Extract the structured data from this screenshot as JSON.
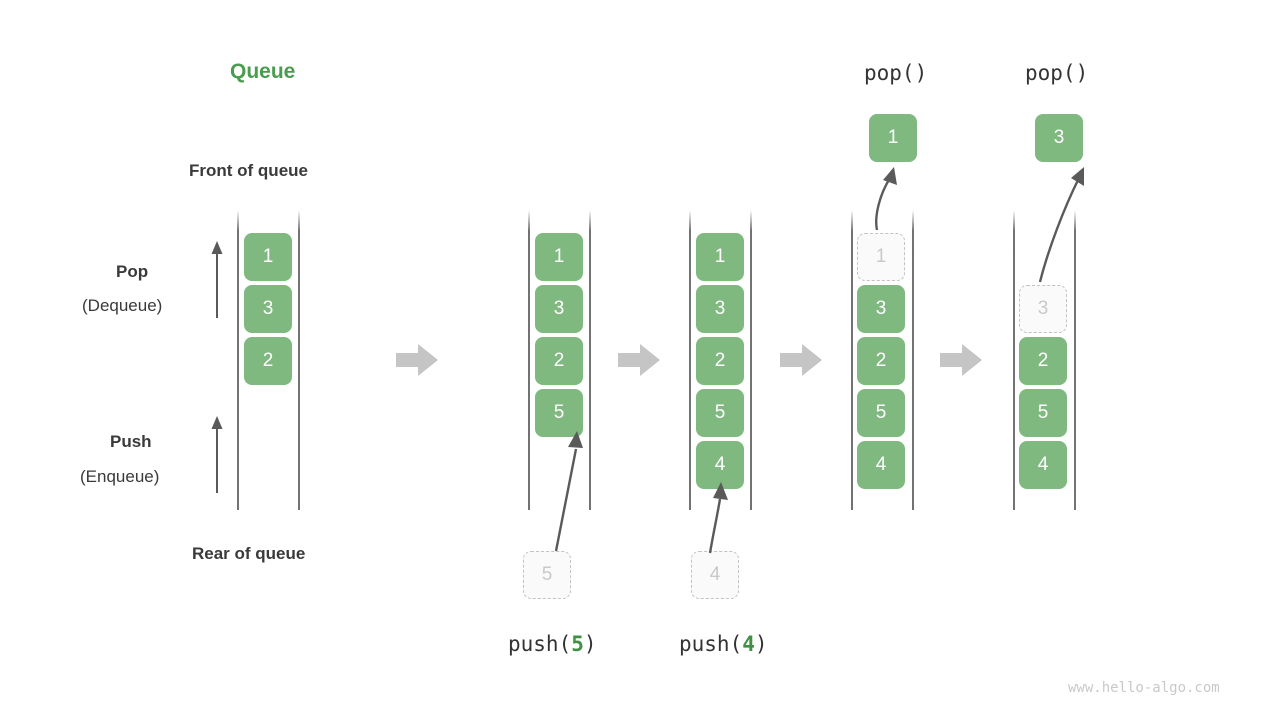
{
  "title": "Queue",
  "labels": {
    "front_of_queue": "Front of queue",
    "rear_of_queue": "Rear of queue",
    "pop_title": "Pop",
    "pop_sub": "(Dequeue)",
    "push_title": "Push",
    "push_sub": "(Enqueue)"
  },
  "colors": {
    "accent_green": "#4a9d4e",
    "cell_green": "#7fb980",
    "ghost_border": "#c2c2c2",
    "ghost_text": "#c9c9c9",
    "rail": "#5a5a5a",
    "block_arrow": "#c5c5c5",
    "text_dark": "#3a3a3a",
    "watermark": "#c9c9c9"
  },
  "operations": {
    "push_label_prefix": "push(",
    "push_label_suffix": ")",
    "pop_label": "pop()"
  },
  "steps": [
    {
      "id": "initial",
      "caption": "",
      "cells": [
        {
          "value": "1",
          "state": "filled"
        },
        {
          "value": "3",
          "state": "filled"
        },
        {
          "value": "2",
          "state": "filled"
        }
      ],
      "incoming": null,
      "outgoing": null
    },
    {
      "id": "push-5",
      "caption": "push(5)",
      "caption_arg": "5",
      "cells": [
        {
          "value": "1",
          "state": "filled"
        },
        {
          "value": "3",
          "state": "filled"
        },
        {
          "value": "2",
          "state": "filled"
        },
        {
          "value": "5",
          "state": "filled"
        }
      ],
      "incoming": {
        "value": "5",
        "state": "ghost"
      },
      "outgoing": null
    },
    {
      "id": "push-4",
      "caption": "push(4)",
      "caption_arg": "4",
      "cells": [
        {
          "value": "1",
          "state": "filled"
        },
        {
          "value": "3",
          "state": "filled"
        },
        {
          "value": "2",
          "state": "filled"
        },
        {
          "value": "5",
          "state": "filled"
        },
        {
          "value": "4",
          "state": "filled"
        }
      ],
      "incoming": {
        "value": "4",
        "state": "ghost"
      },
      "outgoing": null
    },
    {
      "id": "pop-1",
      "caption": "pop()",
      "cells": [
        {
          "value": "1",
          "state": "ghost"
        },
        {
          "value": "3",
          "state": "filled"
        },
        {
          "value": "2",
          "state": "filled"
        },
        {
          "value": "5",
          "state": "filled"
        },
        {
          "value": "4",
          "state": "filled"
        }
      ],
      "incoming": null,
      "outgoing": {
        "value": "1",
        "state": "filled"
      }
    },
    {
      "id": "pop-3",
      "caption": "pop()",
      "cells": [
        {
          "value": "",
          "state": "empty"
        },
        {
          "value": "3",
          "state": "ghost"
        },
        {
          "value": "2",
          "state": "filled"
        },
        {
          "value": "5",
          "state": "filled"
        },
        {
          "value": "4",
          "state": "filled"
        }
      ],
      "incoming": null,
      "outgoing": {
        "value": "3",
        "state": "filled"
      }
    }
  ],
  "watermark": "www.hello-algo.com"
}
